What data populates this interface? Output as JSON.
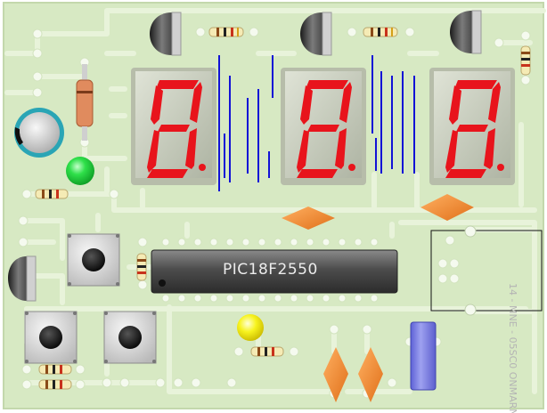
{
  "board": {
    "microcontroller": {
      "part_number": "PIC18F2550"
    },
    "silkscreen_text": "14 - MNE - 05SC0 ONMARNAR"
  },
  "colors": {
    "board": "#d6e8c2",
    "trace": "#e9f3dd",
    "pad": "#f4f9ee",
    "segment_on": "#e8141c",
    "display_body": "#c2c8b6",
    "wire": "#1414d8",
    "led_green": "#27d63b",
    "led_yellow": "#f3f01a",
    "capacitor_ring": "#2aa5b5",
    "orange_diamond": "#ef8a2a",
    "blue_component": "#7b7fdf"
  },
  "icons": {
    "transistor": "transistor-icon",
    "resistor": "resistor-icon",
    "display": "seven-segment-display-icon",
    "button": "push-button-icon",
    "capacitor": "capacitor-icon",
    "led": "led-icon",
    "chip": "ic-chip-icon"
  },
  "displays": [
    {
      "name": "digit-1",
      "glyph": "8",
      "decimal_point": true
    },
    {
      "name": "digit-2",
      "glyph": "8",
      "decimal_point": true
    },
    {
      "name": "digit-3",
      "glyph": "8",
      "decimal_point": true
    }
  ]
}
